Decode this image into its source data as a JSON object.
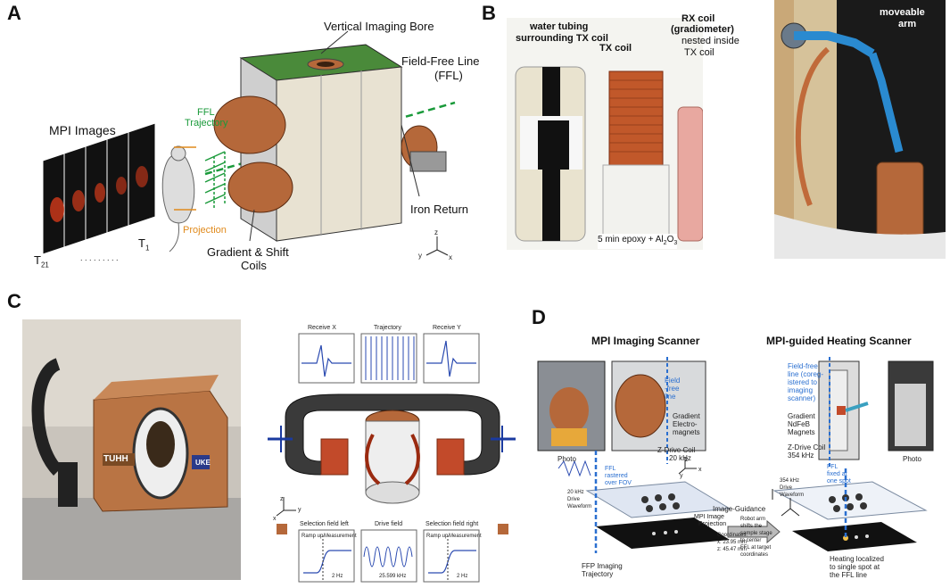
{
  "panels": {
    "a": {
      "letter": "A",
      "labels": {
        "vertical_bore": "Vertical Imaging Bore",
        "ffl": "Field-Free Line",
        "ffl_abbr": "(FFL)",
        "mpi_images": "MPI Images",
        "ffl_trajectory_1": "FFL",
        "ffl_trajectory_2": "Trajectory",
        "projection": "Projection",
        "iron_return": "Iron Return",
        "gradient_1": "Gradient & Shift",
        "gradient_2": "Coils",
        "t21": "T",
        "t21_sub": "21",
        "t1": "T",
        "t1_sub": "1",
        "axis_z": "z",
        "axis_y": "y",
        "axis_x": "x"
      }
    },
    "b": {
      "letter": "B",
      "labels": {
        "water_1": "water tubing",
        "water_2": "surrounding TX coil",
        "tx_coil": "TX coil",
        "rx_1": "RX coil",
        "rx_2": "(gradiometer)",
        "rx_3": "nested inside",
        "rx_4": "TX coil",
        "epoxy": "5 min epoxy + Al",
        "epoxy_sub": "2",
        "epoxy_tail": "O",
        "epoxy_sub2": "3",
        "arm_1": "moveable",
        "arm_2": "arm"
      }
    },
    "c": {
      "letter": "C",
      "labels": {
        "tuhh": "TUHH",
        "uke": "UKE",
        "receive_x": "Receive X",
        "trajectory": "Trajectory",
        "receive_y": "Receive Y",
        "sel_left": "Selection field left",
        "drive_field": "Drive field",
        "sel_right": "Selection field right",
        "ramp_up": "Ramp up",
        "measurement": "Measurement",
        "ramp_up2": "Ramp up",
        "measurement2": "Measurement",
        "freq_left": "2 Hz",
        "freq_drive": "25.599 kHz",
        "freq_right": "2 Hz",
        "axis_z": "z",
        "axis_y": "y",
        "axis_x": "x"
      }
    },
    "d": {
      "letter": "D",
      "labels": {
        "imaging_title": "MPI Imaging Scanner",
        "heating_title": "MPI-guided Heating Scanner",
        "ffl_1": "Field",
        "ffl_2": "-free",
        "ffl_3": "line",
        "gradient_1": "Gradient",
        "gradient_2": "Electro-",
        "gradient_3": "magnets",
        "zdrive_1": "Z-Drive Coil",
        "zdrive_2": "20 kHz",
        "photo_left": "Photo",
        "ffl_rastered_1": "FFL",
        "ffl_rastered_2": "rastered",
        "ffl_rastered_3": "over FOV",
        "drive_1": "20 kHz",
        "drive_2": "Drive",
        "drive_3": "Waveform",
        "projection_1": "MPI Image",
        "projection_2": "Projection",
        "guidance": "Image-Guidance",
        "coords_1": "Coordinates:",
        "coords_2": "x: 23.95 mm",
        "coords_3": "z: 45.47 mm",
        "robot_1": "Robot arm",
        "robot_2": "shifts the",
        "robot_3": "sample stage",
        "robot_4": "to center",
        "robot_5": "FFL at target",
        "robot_6": "coordinates",
        "ffp_1": "FFP Imaging",
        "ffp_2": "Trajectory",
        "h_ffl_1": "Field-free",
        "h_ffl_2": "line (coreg-",
        "h_ffl_3": "istered to",
        "h_ffl_4": "imaging",
        "h_ffl_5": "scanner)",
        "h_grad_1": "Gradient",
        "h_grad_2": "NdFeB",
        "h_grad_3": "Magnets",
        "h_zdrive_1": "Z-Drive Coil",
        "h_zdrive_2": "354 kHz",
        "photo_right": "Photo",
        "h_drive_1": "354 kHz",
        "h_drive_2": "Drive",
        "h_drive_3": "Waveform",
        "ffl_fixed_1": "FFL",
        "ffl_fixed_2": "fixed at",
        "ffl_fixed_3": "one spot",
        "heating_1": "Heating localized",
        "heating_2": "to single spot at",
        "heating_3": "the FFL line",
        "axis_z": "z",
        "axis_y": "y",
        "axis_x": "x"
      }
    }
  },
  "colors": {
    "ffl_green": "#1a9a3a",
    "orange": "#e08a1c",
    "copper": "#b5683a",
    "blue_ffl": "#2a6fd0"
  }
}
